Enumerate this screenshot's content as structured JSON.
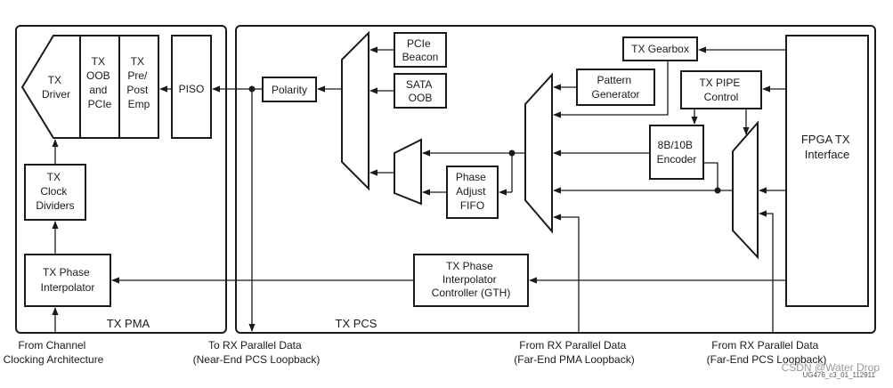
{
  "pma": {
    "title": "TX PMA",
    "driver": [
      "TX",
      "Driver"
    ],
    "oob_pcie": [
      "TX",
      "OOB",
      "and",
      "PCIe"
    ],
    "pre_post": [
      "TX",
      "Pre/",
      "Post",
      "Emp"
    ],
    "piso": "PISO",
    "clock_dividers": [
      "TX",
      "Clock",
      "Dividers"
    ],
    "phase_interp": [
      "TX Phase",
      "Interpolator"
    ]
  },
  "pcs": {
    "title": "TX PCS",
    "polarity": "Polarity",
    "pcie_beacon": [
      "PCIe",
      "Beacon"
    ],
    "sata_oob": [
      "SATA",
      "OOB"
    ],
    "phase_fifo": [
      "Phase",
      "Adjust",
      "FIFO"
    ],
    "pattern_gen": [
      "Pattern",
      "Generator"
    ],
    "gearbox": "TX Gearbox",
    "pipe_ctrl": [
      "TX PIPE",
      "Control"
    ],
    "encoder": [
      "8B/10B",
      "Encoder"
    ],
    "fpga_if": [
      "FPGA TX",
      "Interface"
    ],
    "pi_ctrl": [
      "TX Phase",
      "Interpolator",
      "Controller (GTH)"
    ]
  },
  "captions": {
    "channel_clock": [
      "From Channel",
      "Clocking Architecture"
    ],
    "rx_near_pcs": [
      "To RX Parallel Data",
      "(Near-End PCS Loopback)"
    ],
    "rx_far_pma": [
      "From RX Parallel Data",
      "(Far-End PMA Loopback)"
    ],
    "rx_far_pcs": [
      "From RX Parallel Data",
      "(Far-End PCS Loopback)"
    ]
  },
  "figure_id": "UG476_c3_01_112911",
  "watermark": "CSDN @Water Drop"
}
